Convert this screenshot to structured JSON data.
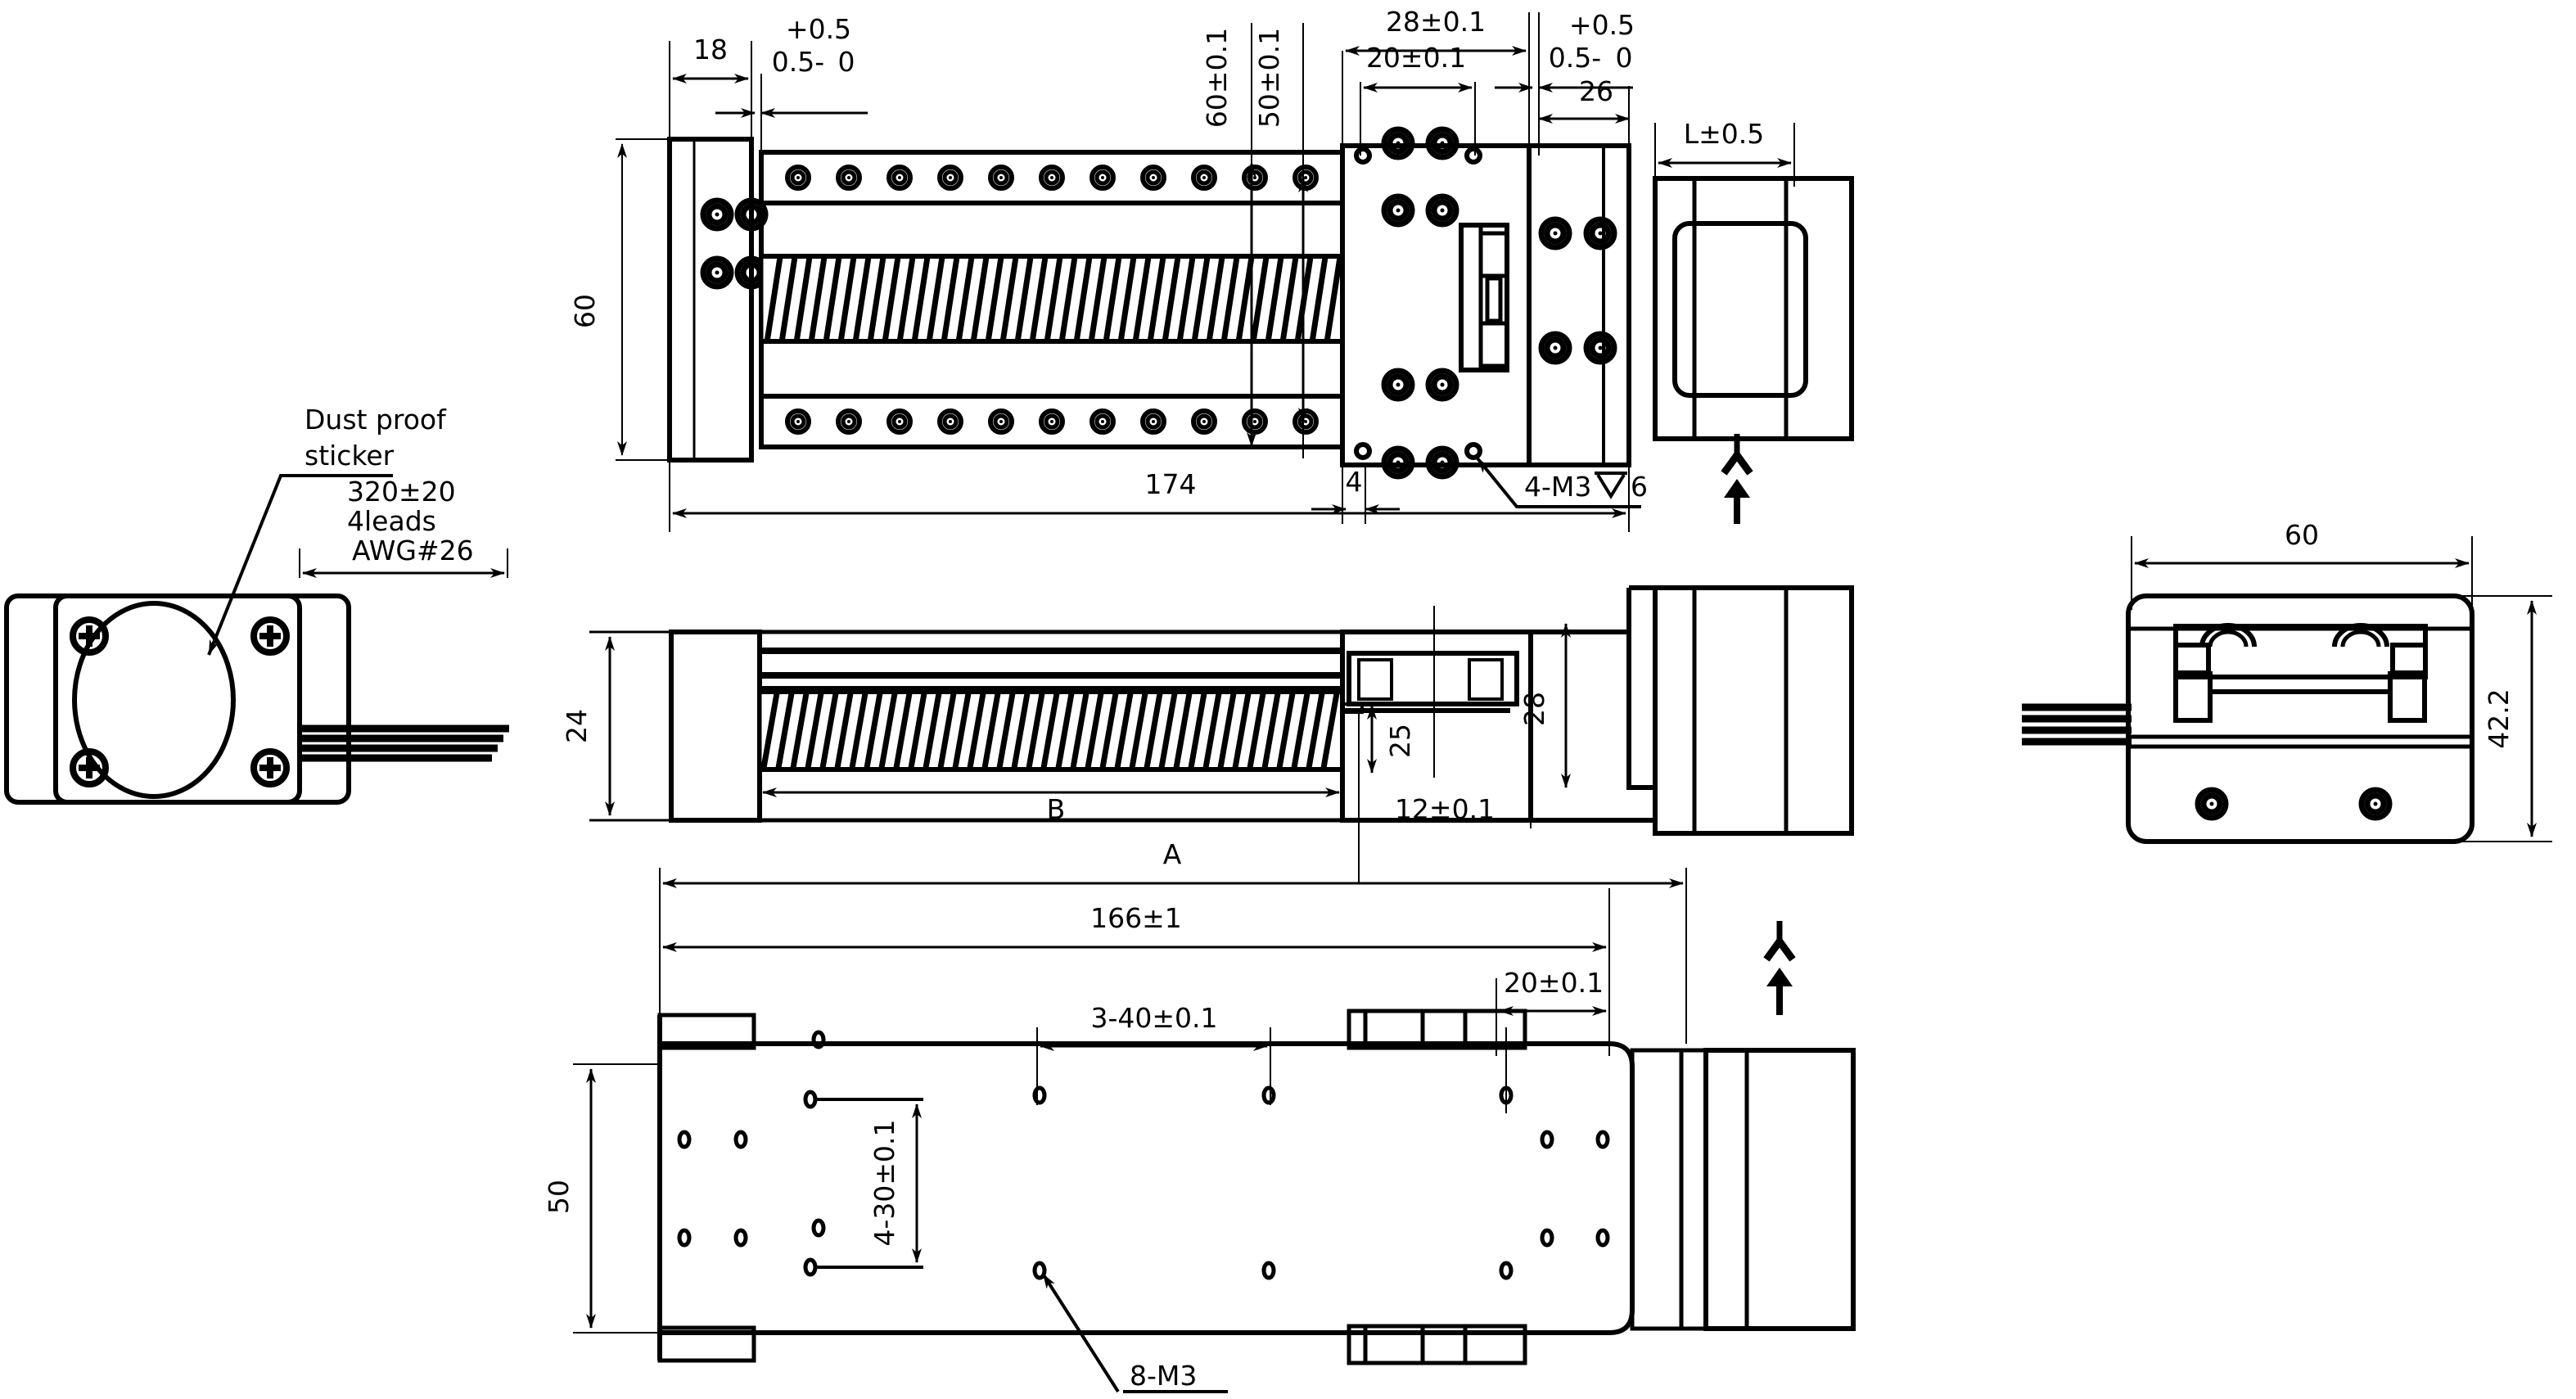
{
  "drawing": {
    "type": "mechanical-engineering-dimensioned-drawing",
    "subject": "Linear actuator / motorized linear slide stage with stepper motor",
    "units": "mm",
    "views": [
      {
        "name": "top-view",
        "label": ""
      },
      {
        "name": "front-side-view",
        "label": ""
      },
      {
        "name": "bottom-plan-view",
        "label": ""
      },
      {
        "name": "motor-end-view",
        "label": ""
      },
      {
        "name": "right-end-section-view",
        "label": ""
      }
    ]
  },
  "notes": {
    "dust_proof_sticker": "Dust proof\nsticker",
    "dust_proof_line1": "Dust proof",
    "dust_proof_line2": "sticker",
    "lead_length": "320±20",
    "lead_count": "4leads",
    "lead_gauge": "AWG#26",
    "tapped_hole_top": "4-M3",
    "tapped_hole_top_depth": "6",
    "tapped_hole_top_full": "4-M3▽6",
    "tapped_hole_bottom": "8-M3"
  },
  "dimensions": {
    "top_view": {
      "end_block_width": "18",
      "rail_offset_tol_upper": "+0.5",
      "rail_offset_tol_value": "0.5-",
      "rail_offset_tol_lower": "0",
      "body_width": "60",
      "hole_pattern_60": "60±0.1",
      "hole_pattern_50": "50±0.1",
      "carriage_28": "28±0.1",
      "carriage_20": "20±0.1",
      "carriage_edge_tol_upper": "+0.5",
      "carriage_edge_tol_value": "0.5-",
      "carriage_edge_tol_lower": "0",
      "motor_mount_26": "26",
      "motor_length": "L±0.5",
      "total_length_174": "174",
      "small_offset_4": "4"
    },
    "side_view": {
      "body_height_24": "24",
      "carriage_height_25": "25",
      "overall_height_28": "28",
      "screw_length_B": "B",
      "mount_12": "12±0.1"
    },
    "bottom_view": {
      "overall_A": "A",
      "length_166": "166±1",
      "hole_spacing_3_40": "3-40±0.1",
      "end_offset_20": "20±0.1",
      "width_50": "50",
      "hole_spacing_4_30": "4-30±0.1"
    },
    "end_view": {
      "width_60": "60",
      "height_42_2": "42.2"
    }
  },
  "style": {
    "line_color": "#000000",
    "background": "#ffffff",
    "thin_line_width": 2,
    "thick_line_width": 6
  }
}
